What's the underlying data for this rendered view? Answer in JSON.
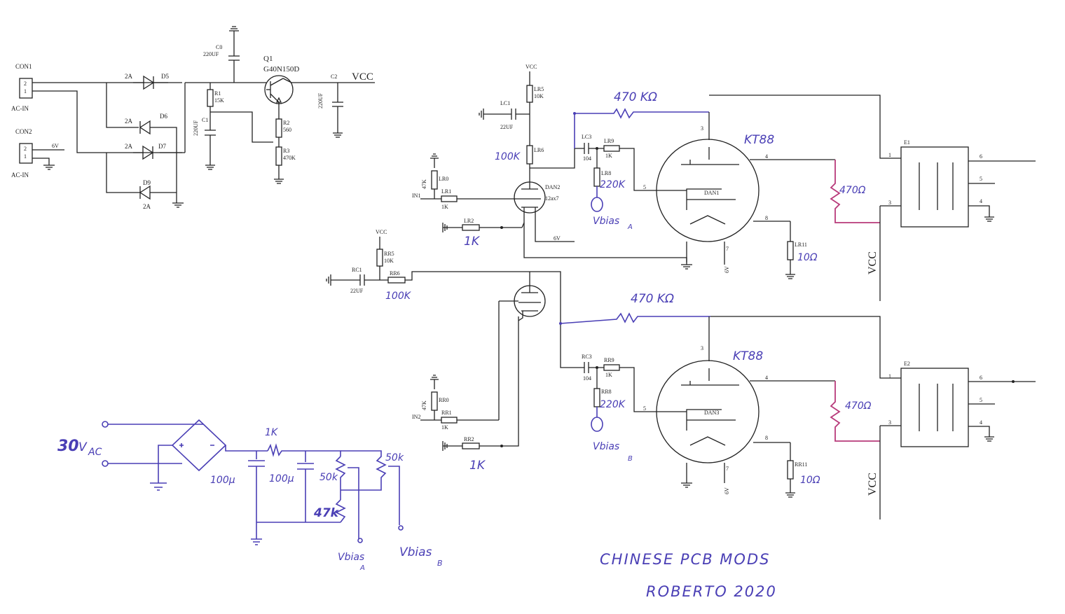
{
  "labels": {
    "con1": "CON1",
    "con1_pins": [
      "2",
      "1"
    ],
    "con1_type": "AC-IN",
    "con2": "CON2",
    "con2_pins": [
      "2",
      "1"
    ],
    "con2_type": "AC-IN",
    "con2_net": "6V",
    "d5": "D5",
    "d6": "D6",
    "d7": "D7",
    "d9": "D9",
    "d5_rating": "2A",
    "d6_rating": "2A",
    "d7_rating": "2A",
    "d9_rating": "2A",
    "c0": "C0",
    "c0_val": "220UF",
    "c1": "C1",
    "c1_val": "220UF",
    "c2": "C2",
    "c2_val": "220UF",
    "q1": "Q1",
    "q1_part": "G40N150D",
    "vcc_top": "VCC",
    "r1": "R1",
    "r1_val": "15K",
    "r2": "R2",
    "r2_val": "560",
    "r3": "R3",
    "r3_val": "470K",
    "lr5_net": "VCC",
    "lr5": "LR5",
    "lr5_val": "10K",
    "lc1": "LC1",
    "lc1_val": "22UF",
    "lr6": "LR6",
    "lr0": "LR0",
    "lr0_val": "47K",
    "in1": "IN1",
    "lr1": "LR1",
    "lr1_val": "1K",
    "lr2": "LR2",
    "dan2": "DAN2",
    "dan2_part": "12ax7",
    "net_6v": "6V",
    "lc3": "LC3",
    "lc3_val": "104",
    "lr9": "LR9",
    "lr9_val": "1K",
    "lr8": "LR8",
    "dan1": "DAN1",
    "lr11": "LR11",
    "e1": "E1",
    "rr5_net": "VCC",
    "rr5": "RR5",
    "rr5_val": "10K",
    "rc1": "RC1",
    "rc1_val": "22UF",
    "rr6": "RR6",
    "rr0": "RR0",
    "rr0_val": "47K",
    "in2": "IN2",
    "rr1": "RR1",
    "rr1_val": "1K",
    "rr2": "RR2",
    "rc3": "RC3",
    "rc3_val": "104",
    "rr9": "RR9",
    "rr9_val": "1K",
    "rr8": "RR8",
    "dan3": "DAN3",
    "rr11": "RR11",
    "e2": "E2",
    "vcc_e1": "VCC",
    "vcc_e2": "VCC",
    "pin_1": "1",
    "pin_3": "3",
    "pin_4": "4",
    "pin_5": "5",
    "pin_6": "6",
    "pin_7": "7",
    "pin_8": "8"
  },
  "handwritten": {
    "feedback_a": "470 KΩ",
    "feedback_b": "470 KΩ",
    "kt88_a": "KT88",
    "kt88_b": "KT88",
    "lr6_val": "100K",
    "rr6_val": "100K",
    "lr2_val": "1K",
    "rr2_val": "1K",
    "lr8_val": "220K",
    "rr8_val": "220K",
    "vbias_a": "Vbias",
    "vbias_a_sub": "A",
    "vbias_b": "Vbias",
    "vbias_b_sub": "B",
    "screen_a": "470Ω",
    "screen_b": "470Ω",
    "cathode_a": "10Ω",
    "cathode_b": "10Ω",
    "supply_in": "30",
    "supply_unit": "V",
    "supply_unit_sub": "AC",
    "bias_r": "1K",
    "bias_c1": "100µ",
    "bias_c2": "100µ",
    "pot_a": "50k",
    "pot_b": "50k",
    "bias_r2": "47k",
    "out_a": "Vbias",
    "out_a_sub": "A",
    "out_b": "Vbias",
    "out_b_sub": "B",
    "title": "CHINESE PCB MODS",
    "author": "ROBERTO 2020"
  },
  "colors": {
    "ink": "#222222",
    "pen": "#4a3fb5",
    "highlight": "#b83a7a",
    "paper": "#ffffff"
  }
}
